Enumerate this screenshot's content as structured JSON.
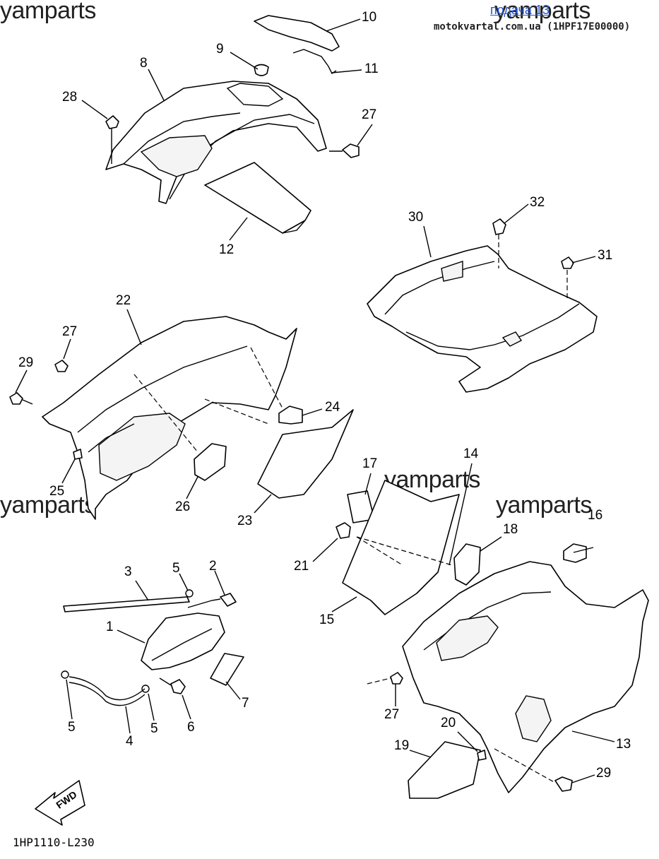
{
  "watermark": "yamparts",
  "header": {
    "link_text": "подача 13",
    "site_text": "motokvartal.com.ua (1HPF17E00000)"
  },
  "diagram_code": "1HP1110-L230",
  "fwd_label": "FWD",
  "callouts": [
    {
      "id": "c10",
      "text": "10"
    },
    {
      "id": "c11",
      "text": "11"
    },
    {
      "id": "c9",
      "text": "9"
    },
    {
      "id": "c8",
      "text": "8"
    },
    {
      "id": "c28",
      "text": "28"
    },
    {
      "id": "c27a",
      "text": "27"
    },
    {
      "id": "c12",
      "text": "12"
    },
    {
      "id": "c32",
      "text": "32"
    },
    {
      "id": "c30",
      "text": "30"
    },
    {
      "id": "c31",
      "text": "31"
    },
    {
      "id": "c22",
      "text": "22"
    },
    {
      "id": "c27b",
      "text": "27"
    },
    {
      "id": "c29a",
      "text": "29"
    },
    {
      "id": "c24",
      "text": "24"
    },
    {
      "id": "c25",
      "text": "25"
    },
    {
      "id": "c26",
      "text": "26"
    },
    {
      "id": "c23",
      "text": "23"
    },
    {
      "id": "c14",
      "text": "14"
    },
    {
      "id": "c17",
      "text": "17"
    },
    {
      "id": "c18",
      "text": "18"
    },
    {
      "id": "c16",
      "text": "16"
    },
    {
      "id": "c21",
      "text": "21"
    },
    {
      "id": "c15",
      "text": "15"
    },
    {
      "id": "c3",
      "text": "3"
    },
    {
      "id": "c5a",
      "text": "5"
    },
    {
      "id": "c2",
      "text": "2"
    },
    {
      "id": "c1",
      "text": "1"
    },
    {
      "id": "c7",
      "text": "7"
    },
    {
      "id": "c5b",
      "text": "5"
    },
    {
      "id": "c4",
      "text": "4"
    },
    {
      "id": "c5c",
      "text": "5"
    },
    {
      "id": "c6",
      "text": "6"
    },
    {
      "id": "c27c",
      "text": "27"
    },
    {
      "id": "c20",
      "text": "20"
    },
    {
      "id": "c19",
      "text": "19"
    },
    {
      "id": "c13",
      "text": "13"
    },
    {
      "id": "c29b",
      "text": "29"
    }
  ]
}
